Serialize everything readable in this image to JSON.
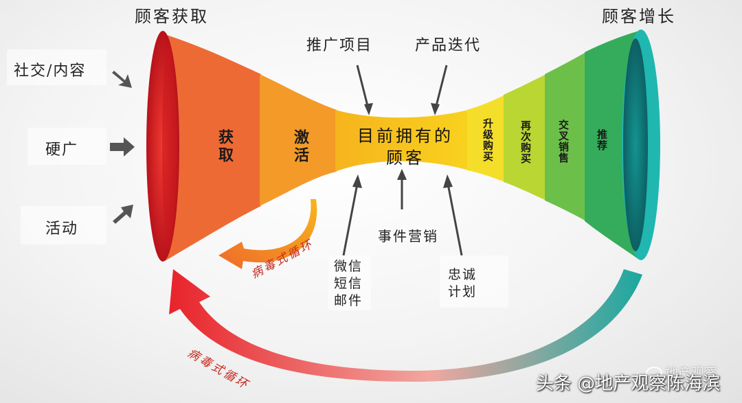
{
  "headers": {
    "acquisition": "顾客获取",
    "growth": "顾客增长"
  },
  "inputs": {
    "social": "社交/内容",
    "hard_ad": "硬广",
    "activity": "活动"
  },
  "top_labels": {
    "promotion": "推广项目",
    "iteration": "产品迭代"
  },
  "segments": {
    "acquire": "获取",
    "activate": "激活",
    "upgrade": "升级购买",
    "repurchase": "再次购买",
    "cross_sell": "交叉销售",
    "recommend": "推荐"
  },
  "center": {
    "line1": "目前拥有的",
    "line2": "顾客"
  },
  "bottom_labels": {
    "event": "事件营销",
    "wechat": "微信",
    "sms": "短信",
    "mail": "邮件",
    "loyalty1": "忠诚",
    "loyalty2": "计划"
  },
  "loops": {
    "small": "病毒式循环",
    "large": "病毒式循环"
  },
  "watermark": {
    "account": "头条 @地产观察陈海滨",
    "logo_text": "地产观察"
  },
  "colors": {
    "red": "#e8232a",
    "orange": "#f07a2c",
    "yellow": "#f5c21a",
    "green": "#3cb24a",
    "teal": "#1aa8a0"
  }
}
